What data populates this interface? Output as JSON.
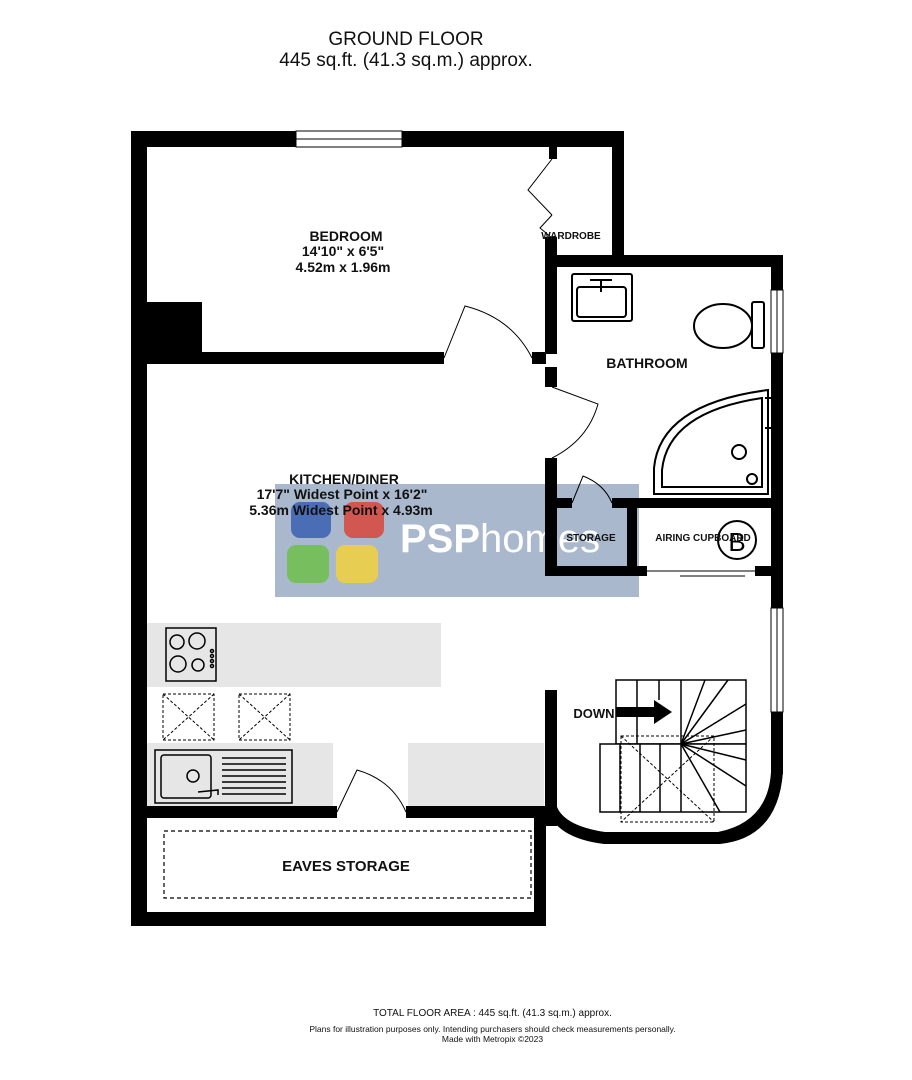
{
  "header": {
    "floor_name": "GROUND FLOOR",
    "floor_area": "445 sq.ft. (41.3 sq.m.) approx."
  },
  "rooms": {
    "bedroom": {
      "name": "BEDROOM",
      "dims_imperial": "14'10\"  x 6'5\"",
      "dims_metric": "4.52m  x 1.96m"
    },
    "wardrobe": {
      "name": "WARDROBE"
    },
    "bathroom": {
      "name": "BATHROOM"
    },
    "kitchen": {
      "name": "KITCHEN/DINER",
      "dims_imperial": "17'7\" Widest Point x 16'2\"",
      "dims_metric": "5.36m Widest Point x 4.93m"
    },
    "storage": {
      "name": "STORAGE"
    },
    "airing_cupboard": {
      "name": "AIRING CUPBOARD",
      "boiler_symbol": "B"
    },
    "stairs": {
      "direction_label": "DOWN"
    },
    "eaves": {
      "name": "EAVES STORAGE"
    }
  },
  "watermark": {
    "brand_psp": "PSP",
    "brand_homes": "homes",
    "tile_colors": [
      "#d8453a",
      "#3b5fb0",
      "#6fbf4a",
      "#f2d13c"
    ]
  },
  "footer": {
    "total_area": "TOTAL FLOOR AREA : 445 sq.ft. (41.3 sq.m.) approx.",
    "disclaimer": "Plans for illustration purposes only. Intending purchasers should check measurements personally.",
    "credit": "Made with Metropix ©2023"
  },
  "icons": [
    "sink-icon",
    "toilet-icon",
    "shower-icon",
    "hob-icon",
    "kitchen-sink-icon",
    "boiler-icon",
    "stairs-arrow-icon"
  ]
}
